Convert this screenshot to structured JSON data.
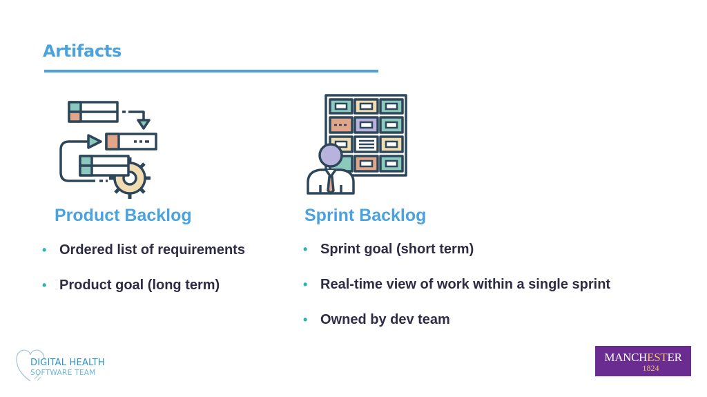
{
  "slide": {
    "title": "Artifacts"
  },
  "columns": [
    {
      "heading": "Product Backlog",
      "icon": "backlog-flow-icon",
      "bullets": [
        "Ordered list of requirements",
        "Product goal (long term)"
      ]
    },
    {
      "heading": "Sprint Backlog",
      "icon": "sprint-board-person-icon",
      "bullets": [
        "Sprint goal (short term)",
        "Real-time view of work within a single sprint",
        "Owned by dev team"
      ]
    }
  ],
  "logos": {
    "digital_health_main": "DIGITAL HEALTH",
    "digital_health_sub": "SOFTWARE TEAM",
    "manchester_name_a": "MANCH",
    "manchester_name_b": "EST",
    "manchester_name_c": "ER",
    "manchester_year": "1824"
  },
  "colors": {
    "accent": "#4aa3df",
    "bullet": "#2bb3b3",
    "text": "#2e2c45",
    "manchester_purple": "#6a2c91",
    "manchester_gold": "#f0c36a"
  }
}
